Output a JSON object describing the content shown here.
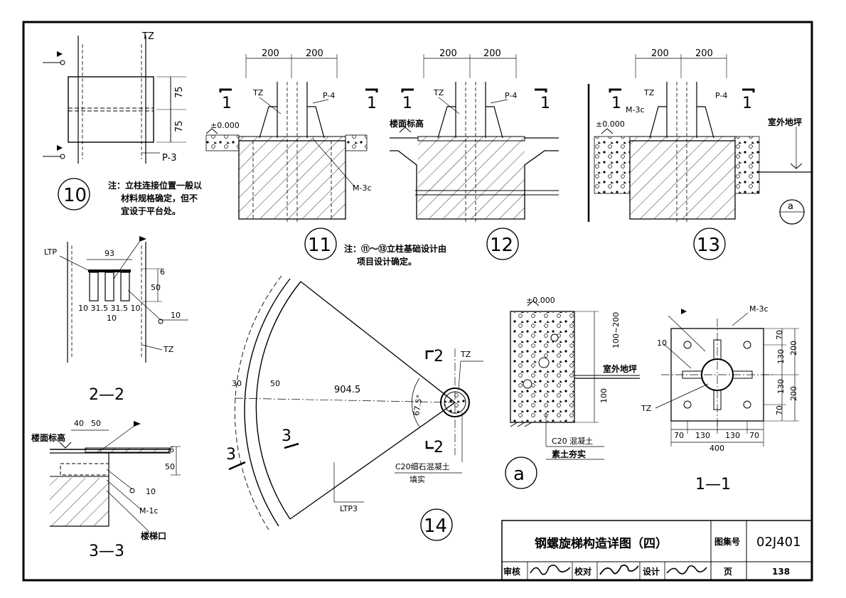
{
  "title_block": {
    "title": "钢螺旋梯构造详图（四）",
    "atlas_label": "图集号",
    "atlas_number": "02J401",
    "page_label": "页",
    "page_number": "138",
    "review_label": "审核",
    "check_label": "校对",
    "design_label": "设计"
  },
  "detail_10": {
    "number": "10",
    "tz": "TZ",
    "dim_1": "75",
    "dim_2": "75",
    "plate": "P-3",
    "note_line1": "注：立柱连接位置一般以",
    "note_line2": "材料规格确定，但不",
    "note_line3": "宜设于平台处。"
  },
  "section_2_2": {
    "title": "2—2",
    "ltp": "LTP",
    "width": "93",
    "d6": "6",
    "d50": "50",
    "dims": "10 31.5 31.5 10",
    "d10": "10",
    "weld": "10",
    "tz": "TZ"
  },
  "section_3_3": {
    "title": "3—3",
    "d40": "40",
    "d50": "50",
    "floor_level": "楼面标高",
    "d6": "6",
    "d50b": "50",
    "weld": "10",
    "plate": "M-1c",
    "stair_opening": "楼梯口"
  },
  "detail_11": {
    "number": "11",
    "dim_l": "200",
    "dim_r": "200",
    "cut": "1",
    "tz": "TZ",
    "plate": "P-4",
    "level": "±0.000",
    "anchor": "M-3c"
  },
  "detail_12": {
    "number": "12",
    "dim_l": "200",
    "dim_r": "200",
    "cut": "1",
    "tz": "TZ",
    "plate": "P-4",
    "floor_level": "楼面标高"
  },
  "detail_13": {
    "number": "13",
    "dim_l": "200",
    "dim_r": "200",
    "cut": "1",
    "tz": "TZ",
    "plate": "P-4",
    "anchor": "M-3c",
    "level": "±0.000",
    "outdoor": "室外地坪",
    "ref": "a"
  },
  "note_11_13": {
    "line1": "注：⑪～⑬立柱基础设计由",
    "line2": "项目设计确定。"
  },
  "detail_14": {
    "number": "14",
    "d30": "30",
    "d50": "50",
    "radius": "904.5",
    "angle": "67.5°",
    "tz": "TZ",
    "cut2": "2",
    "cut3": "3",
    "fill_line1": "C20细石混凝土",
    "fill_line2": "填实",
    "ltp3": "LTP3"
  },
  "detail_a": {
    "letter": "a",
    "level": "±0.000",
    "depth": "100~200",
    "d100": "100",
    "outdoor": "室外地坪",
    "concrete": "C20 混凝土",
    "soil": "素土夯实"
  },
  "section_1_1": {
    "title": "1—1",
    "plate": "M-3c",
    "weld": "10",
    "tz": "TZ",
    "v70a": "70",
    "v130a": "130",
    "v130b": "130",
    "v70b": "70",
    "v200a": "200",
    "v200b": "200",
    "h70a": "70",
    "h130a": "130",
    "h130b": "130",
    "h70b": "70",
    "h400": "400"
  }
}
